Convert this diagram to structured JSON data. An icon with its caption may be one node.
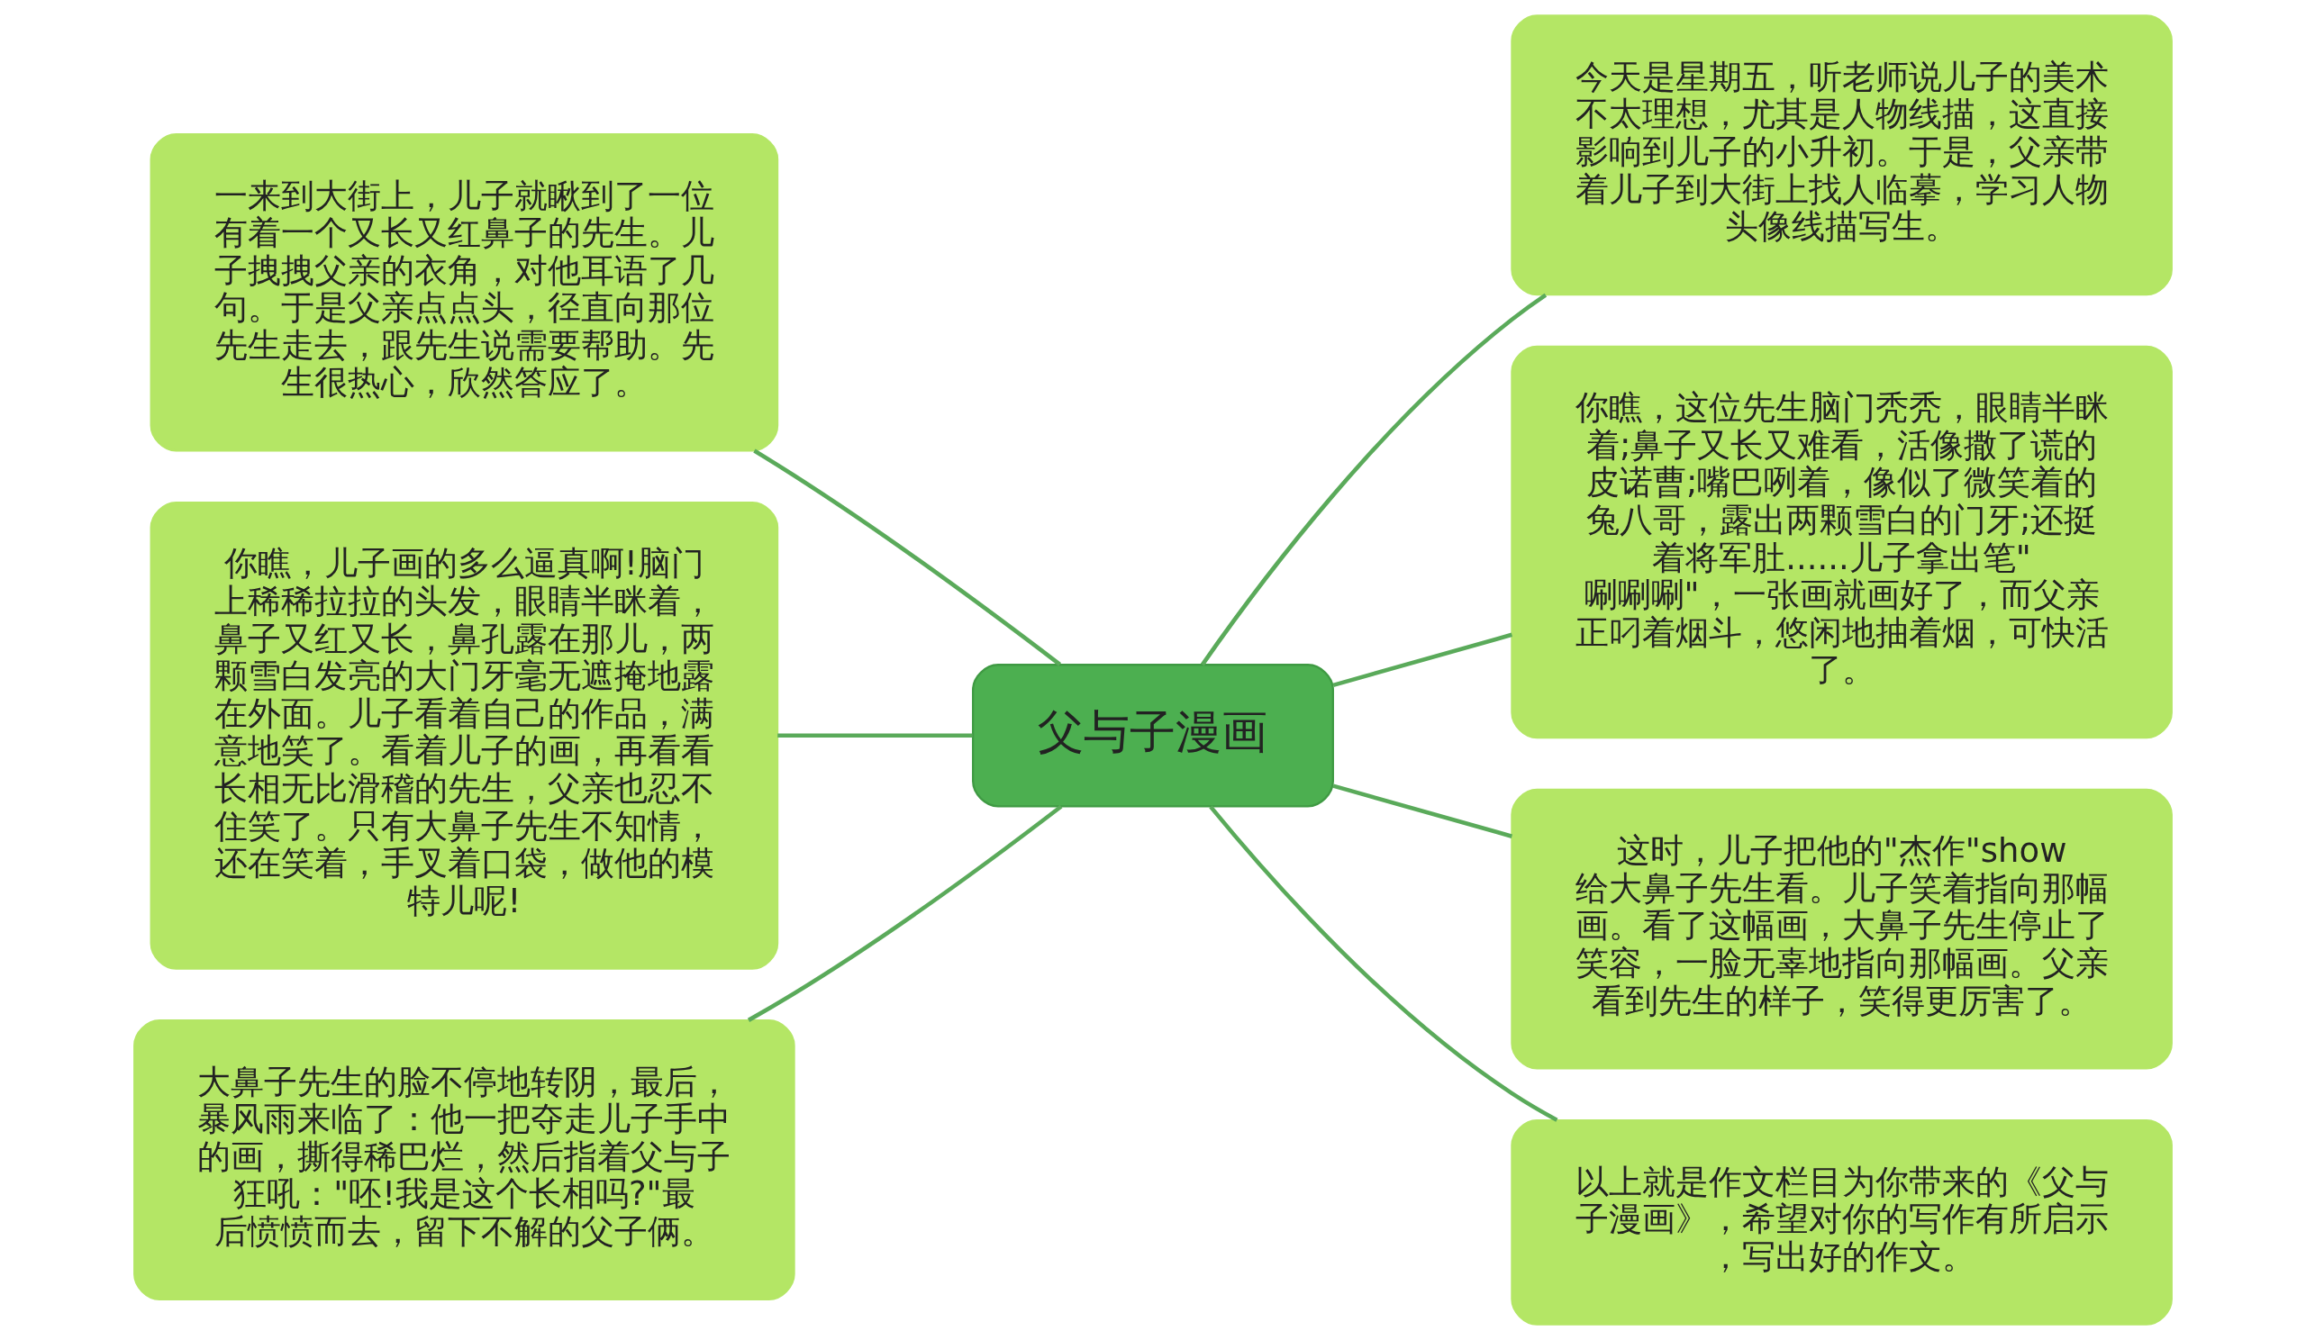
{
  "diagram": {
    "nodes": [
      {
        "text": [
          "父与子漫画"
        ]
      },
      {
        "text": [
          "一来到大街上，儿子就瞅到了一位有着一个又长又红鼻子的先生。儿子拽拽父亲的衣角，对他耳语了几句。于是父亲点点头，径直向那位先生走去，跟先生说需要帮助。先生很热心，欣然答应了。"
        ]
      },
      {
        "text": [
          "你瞧，儿子画的多么逼真啊!脑门上稀稀拉拉的头发，眼睛半眯着，鼻子又红又长，鼻孔露在那儿，两颗雪白发亮的大门牙毫无遮掩地露在外面。儿子看着自己的作品，满意地笑了。看着儿子的画，再看看长相无比滑稽的先生，父亲也忍不住笑了。只有大鼻子先生不知情，还在笑着，手叉着口袋，做他的模特儿呢!"
        ]
      },
      {
        "text": [
          "大鼻子先生的脸不停地转阴，最后，暴风雨来临了：他一把夺走儿子手中的画，撕得稀巴烂，然后指着父与子狂吼：\"呸!我是这个长相吗?\"最后愤愤而去，留下不解的父子俩。"
        ]
      },
      {
        "text": [
          "今天是星期五，听老师说儿子的美术不太理想，尤其是人物线描，这直接影响到儿子的小升初。于是，父亲带着儿子到大街上找人临摹，学习人物头像线描写生。"
        ]
      },
      {
        "text": [
          "你瞧，这位先生脑门秃秃，眼睛半眯着;鼻子又长又难看，活像撒了谎的皮诺曹;嘴巴咧着，像似了微笑着的兔八哥，露出两颗雪白的门牙;还挺着将军肚......儿子拿出笔\"唰唰唰\"，一张画就画好了，而父亲正叼着烟斗，悠闲地抽着烟，可快活了。"
        ]
      },
      {
        "text": [
          "这时，儿子把他的\"杰作\"show给大鼻子先生看。儿子笑着指向那幅画。看了这幅画，大鼻子先生停止了笑容，一脸无辜地指向那幅画。父亲看到先生的样子，笑得更厉害了。"
        ]
      },
      {
        "text": [
          "以上就是作文栏目为你带来的《父与子漫画》，希望对你的写作有所启示，写出好的作文。"
        ]
      }
    ],
    "edges": [
      {
        "from": 0,
        "to": 1,
        "arrow": "none"
      },
      {
        "from": 0,
        "to": 2,
        "arrow": "none"
      },
      {
        "from": 0,
        "to": 3,
        "arrow": "none"
      },
      {
        "from": 0,
        "to": 4,
        "arrow": "none"
      },
      {
        "from": 0,
        "to": 5,
        "arrow": "none"
      },
      {
        "from": 0,
        "to": 6,
        "arrow": "none"
      },
      {
        "from": 0,
        "to": 7,
        "arrow": "none"
      }
    ]
  }
}
